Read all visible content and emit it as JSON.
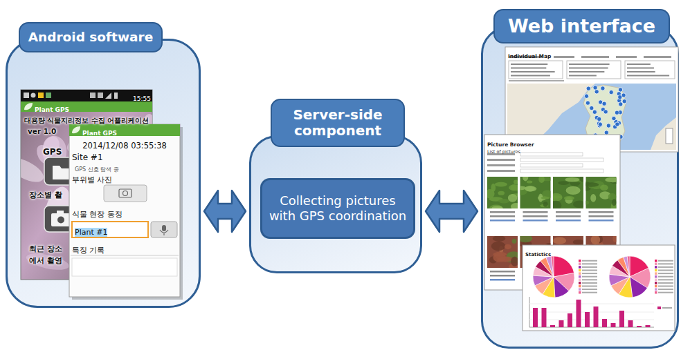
{
  "diagram": {
    "nodes": [
      {
        "text": [
          "Android software"
        ]
      },
      {
        "text": [
          "Server-side component"
        ]
      },
      {
        "text": [
          "Collecting pictures with GPS coordination"
        ],
        "in": 1
      },
      {
        "text": [
          "Web interface"
        ]
      }
    ],
    "edges": [
      {
        "from": 0,
        "to": 1,
        "arrow": "both"
      },
      {
        "from": 1,
        "to": 3,
        "arrow": "both"
      }
    ],
    "labels": [
      "15:55",
      "Plant GPS",
      "대용량 식물지리정보 수집 어플리케이션",
      "ver 1.0",
      "GPS",
      "장소별 촬",
      "최근 장소",
      "에서 촬영",
      "Plant GPS",
      "2014/12/08 03:55:38",
      "Site #1",
      "GPS 신호 탐색 중",
      "부위별 사진",
      "식물 현장 동정",
      "Plant #1",
      "특징 기록",
      "Individual Map",
      "Picture Browser",
      "List of pictures",
      "Statistics"
    ]
  }
}
